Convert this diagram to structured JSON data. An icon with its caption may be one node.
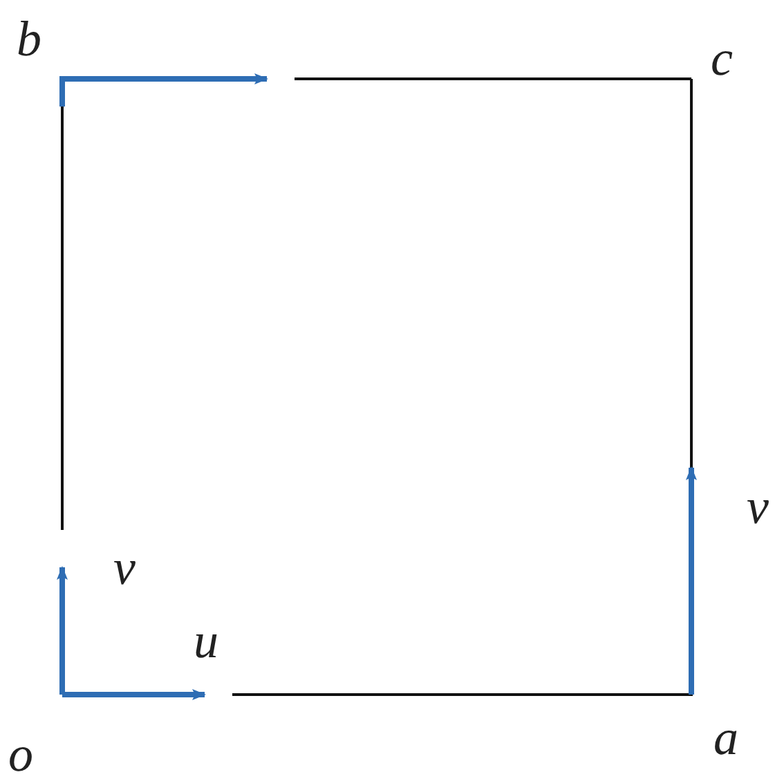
{
  "diagram": {
    "labels": [
      "b",
      "c",
      "v",
      "v",
      "u",
      "o",
      "a"
    ]
  }
}
